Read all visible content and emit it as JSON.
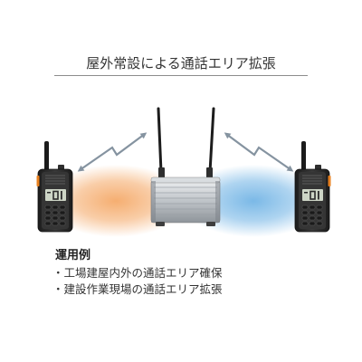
{
  "title": "屋外常設による通話エリア拡張",
  "illustration": {
    "left_radio": {
      "icon": "handheld-radio-icon"
    },
    "repeater": {
      "icon": "repeater-icon"
    },
    "right_radio": {
      "icon": "handheld-radio-icon"
    },
    "left_link": {
      "icon": "zigzag-double-arrow-icon"
    },
    "right_link": {
      "icon": "zigzag-double-arrow-icon"
    }
  },
  "colors": {
    "left_coverage": "#f4a561",
    "right_coverage": "#6cb1e4",
    "link_arrow": "#8593a0",
    "radio_accent": "#e8801f"
  },
  "usage": {
    "heading": "運用例",
    "items": [
      "・工場建屋内外の通話エリア確保",
      "・建設作業現場の通話エリア拡張"
    ]
  }
}
